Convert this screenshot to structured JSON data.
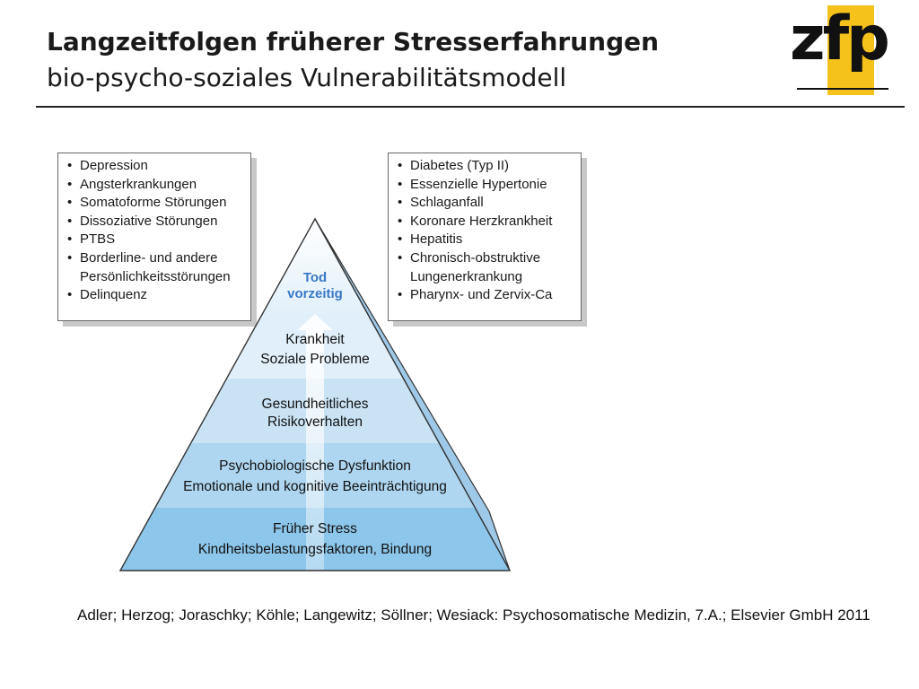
{
  "header": {
    "title": "Langzeitfolgen früherer Stresserfahrungen",
    "subtitle": "bio-psycho-soziales Vulnerabilitätsmodell"
  },
  "logo": {
    "text": "zfp",
    "accent_color": "#f4c21a"
  },
  "left_box": {
    "items": [
      "Depression",
      "Angsterkrankungen",
      "Somatoforme Störungen",
      "Dissoziative Störungen",
      "PTBS",
      "Borderline- und andere",
      "Persönlichkeitsstörungen",
      "Delinquenz"
    ]
  },
  "right_box": {
    "items": [
      "Diabetes (Typ II)",
      "Essenzielle Hypertonie",
      "Schlaganfall",
      "Koronare Herzkrankheit",
      "Hepatitis",
      "Chronisch-obstruktive",
      "Lungenerkrankung",
      "Pharynx- und Zervix-Ca"
    ]
  },
  "pyramid": {
    "apex": {
      "line1": "Tod",
      "line2": "vorzeitig",
      "color": "#3a78c8"
    },
    "levels": [
      {
        "line1": "Krankheit",
        "line2": "Soziale Probleme"
      },
      {
        "line1": "Gesundheitliches",
        "line2": "Risikoverhalten"
      },
      {
        "line1": "Psychobiologische Dysfunktion",
        "line2": "Emotionale und kognitive Beeinträchtigung"
      },
      {
        "line1": "Früher Stress",
        "line2": "Kindheitsbelastungsfaktoren, Bindung"
      }
    ]
  },
  "citation": "Adler; Herzog; Joraschky; Köhle; Langewitz; Söllner; Wesiack: Psychosomatische Medizin, 7.A.; Elsevier GmbH 2011"
}
